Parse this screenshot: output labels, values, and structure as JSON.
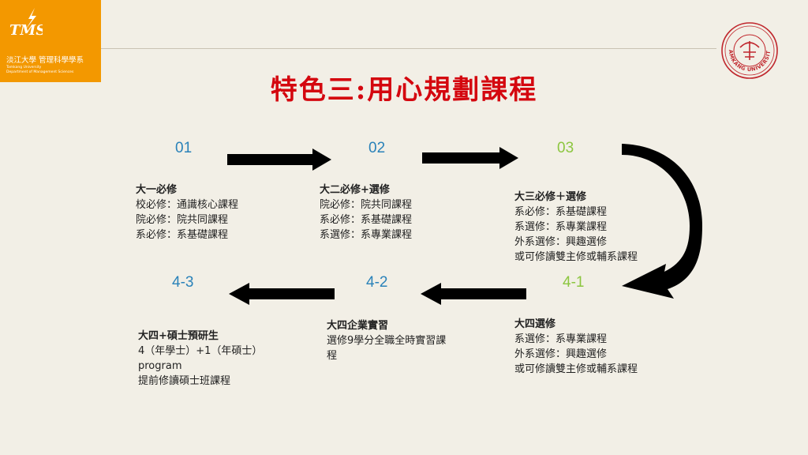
{
  "header": {
    "dept_name": "淡江大學 管理科學學系",
    "dept_en_1": "Tamkang University",
    "dept_en_2": "Department of Management Sciences",
    "seal_text": "TAMKANG UNIVERSITY"
  },
  "title": "特色三:用心規劃課程",
  "steps": {
    "s01": {
      "num": "01",
      "heading": "大一必修",
      "lines": [
        "校必修：通識核心課程",
        "院必修：院共同課程",
        "系必修：系基礎課程"
      ]
    },
    "s02": {
      "num": "02",
      "heading": "大二必修+選修",
      "lines": [
        "院必修：院共同課程",
        "系必修：系基礎課程",
        "系選修：系專業課程"
      ]
    },
    "s03": {
      "num": "03",
      "heading": "大三必修＋選修",
      "lines": [
        "系必修：系基礎課程",
        "系選修：系專業課程",
        "外系選修：興趣選修",
        "或可修讀雙主修或輔系課程"
      ]
    },
    "s41": {
      "num": "4-1",
      "heading": "大四選修",
      "lines": [
        "系選修：系專業課程",
        "外系選修：興趣選修",
        "或可修讀雙主修或輔系課程"
      ]
    },
    "s42": {
      "num": "4-2",
      "heading": "大四企業實習",
      "lines": [
        "選修9學分全職全時實習課",
        "程"
      ]
    },
    "s43": {
      "num": "4-3",
      "heading": "大四+碩士預研生",
      "lines": [
        "4（年學士）+1（年碩士）",
        "program",
        "提前修讀碩士班課程"
      ]
    }
  },
  "colors": {
    "title": "#d4070f",
    "blue_num": "#2a82b9",
    "green_num": "#8cc63f",
    "logo_bg": "#f39800"
  }
}
